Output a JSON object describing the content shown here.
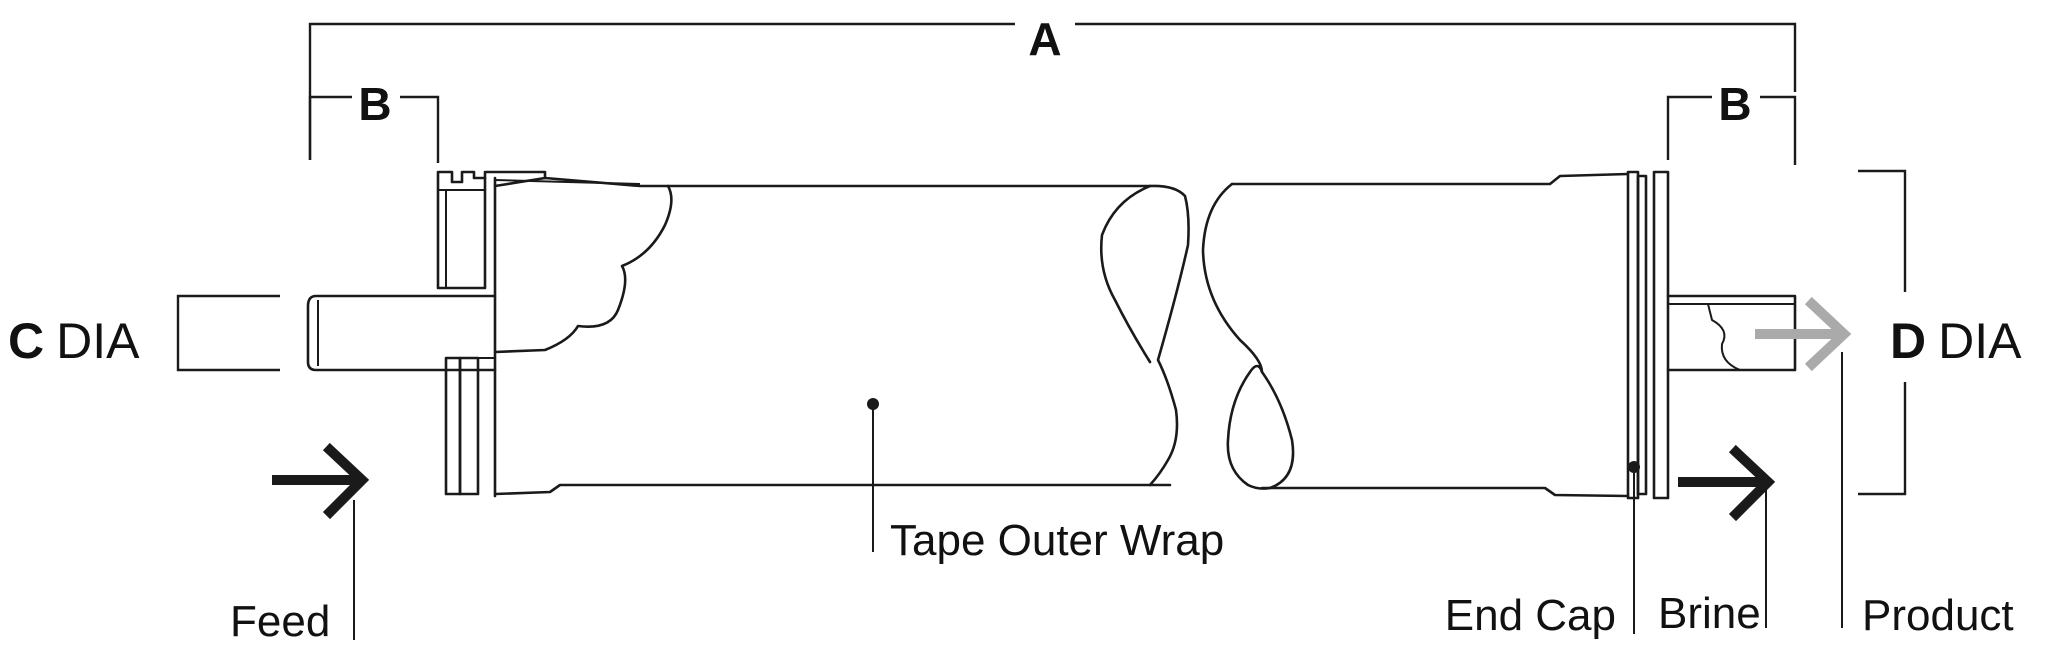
{
  "dimensions": {
    "overall_length": "A",
    "end_length": "B",
    "feed_diameter": {
      "letter": "C",
      "suffix": "DIA"
    },
    "product_diameter": {
      "letter": "D",
      "suffix": "DIA"
    }
  },
  "callouts": {
    "tape": "Tape Outer Wrap",
    "end_cap": "End Cap",
    "brine": "Brine",
    "feed": "Feed",
    "product": "Product"
  },
  "colors": {
    "line": "#1a1a1a",
    "arrow_dark": "#1a1a1a",
    "arrow_product": "#aaaaaa"
  }
}
